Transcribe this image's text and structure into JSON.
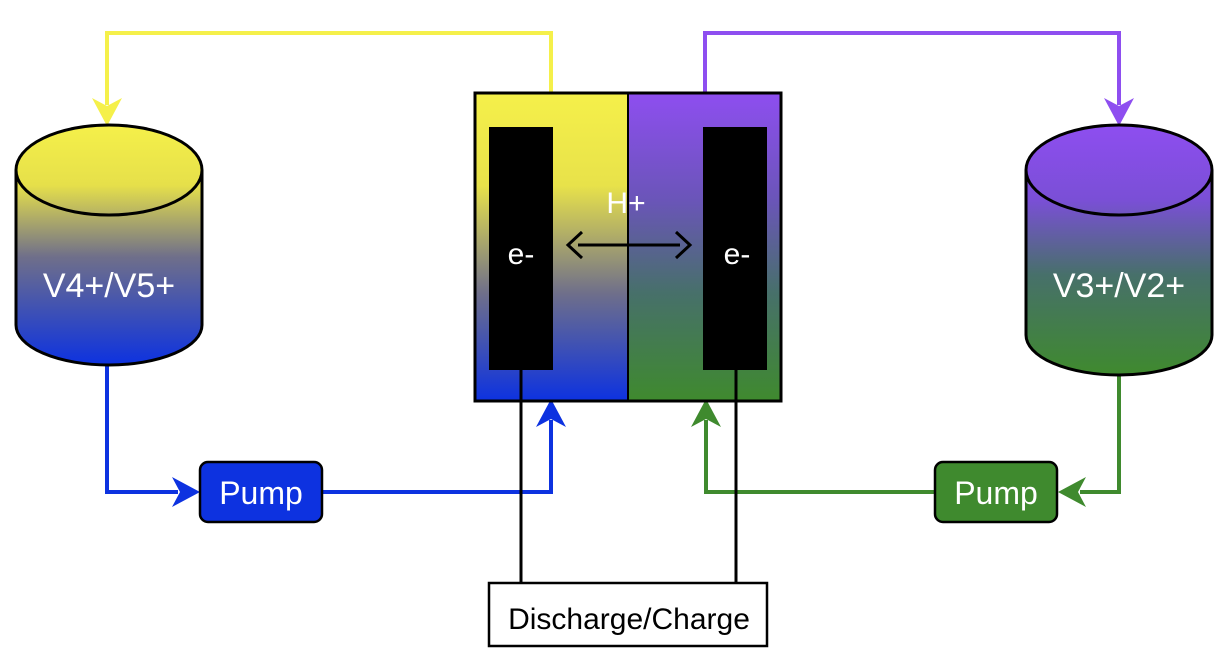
{
  "labels": {
    "left_tank": "V4+/V5+",
    "right_tank": "V3+/V2+",
    "left_pump": "Pump",
    "right_pump": "Pump",
    "left_electrode": "e-",
    "right_electrode": "e-",
    "proton": "H+",
    "load": "Discharge/Charge"
  },
  "colors": {
    "yellow": "#f5f04a",
    "purple": "#8e4ef0",
    "blue": "#0d32e0",
    "green": "#3f8a2e",
    "electrode": "#000000"
  }
}
